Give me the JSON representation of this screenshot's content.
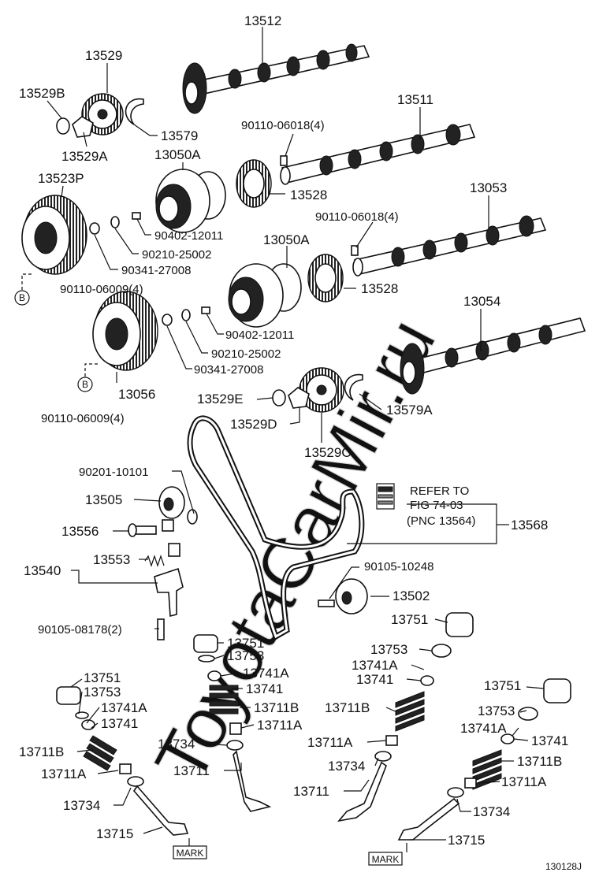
{
  "diagram_id": "130128J",
  "watermark": "ToyotaCarMir.ru",
  "mark_label": "MARK",
  "circle_label": "B",
  "refer_note": {
    "line1": "REFER TO",
    "line2": "FIG 74-03",
    "line3": "(PNC 13564)"
  },
  "parts": {
    "p13512": "13512",
    "p13529": "13529",
    "p13529B": "13529B",
    "p13579": "13579",
    "p13529A": "13529A",
    "p13511": "13511",
    "p13050A_top": "13050A",
    "p90110_06018_top": "90110-06018(4)",
    "p13523P": "13523P",
    "p13528_top": "13528",
    "p13053": "13053",
    "p90402_12011_top": "90402-12011",
    "p90110_06018_mid": "90110-06018(4)",
    "p90210_25002_top": "90210-25002",
    "p13050A_mid": "13050A",
    "p90341_27008_top": "90341-27008",
    "p90110_06009_top": "90110-06009(4)",
    "p13528_mid": "13528",
    "p13054": "13054",
    "p90402_12011_mid": "90402-12011",
    "p90210_25002_mid": "90210-25002",
    "p90341_27008_mid": "90341-27008",
    "p13056": "13056",
    "p13529E": "13529E",
    "p13579A": "13579A",
    "p13529D": "13529D",
    "p90110_06009_bot": "90110-06009(4)",
    "p13529C": "13529C",
    "p90201_10101": "90201-10101",
    "p13505": "13505",
    "p13556": "13556",
    "p13568": "13568",
    "p13553": "13553",
    "p13540": "13540",
    "p90105_10248": "90105-10248",
    "p13502": "13502",
    "p13751_r1": "13751",
    "p90105_08178": "90105-08178(2)",
    "p13751_c": "13751",
    "p13753_c": "13753",
    "p13741A_c": "13741A",
    "p13741_c": "13741",
    "p13711B_c": "13711B",
    "p13711A_c": "13711A",
    "p13734_c": "13734",
    "p13711_c": "13711",
    "p13753_r1": "13753",
    "p13741A_r1": "13741A",
    "p13741_r1": "13741",
    "p13711B_r1": "13711B",
    "p13711A_r1": "13711A",
    "p13734_r1": "13734",
    "p13711_r1": "13711",
    "p13751_l": "13751",
    "p13753_l": "13753",
    "p13741A_l": "13741A",
    "p13741_l": "13741",
    "p13711B_l": "13711B",
    "p13711A_l": "13711A",
    "p13734_l": "13734",
    "p13715_l": "13715",
    "p13751_r2": "13751",
    "p13753_r2": "13753",
    "p13741A_r2": "13741A",
    "p13741_r2": "13741",
    "p13711B_r2": "13711B",
    "p13711A_r2": "13711A",
    "p13734_r2": "13734",
    "p13715_r2": "13715"
  }
}
